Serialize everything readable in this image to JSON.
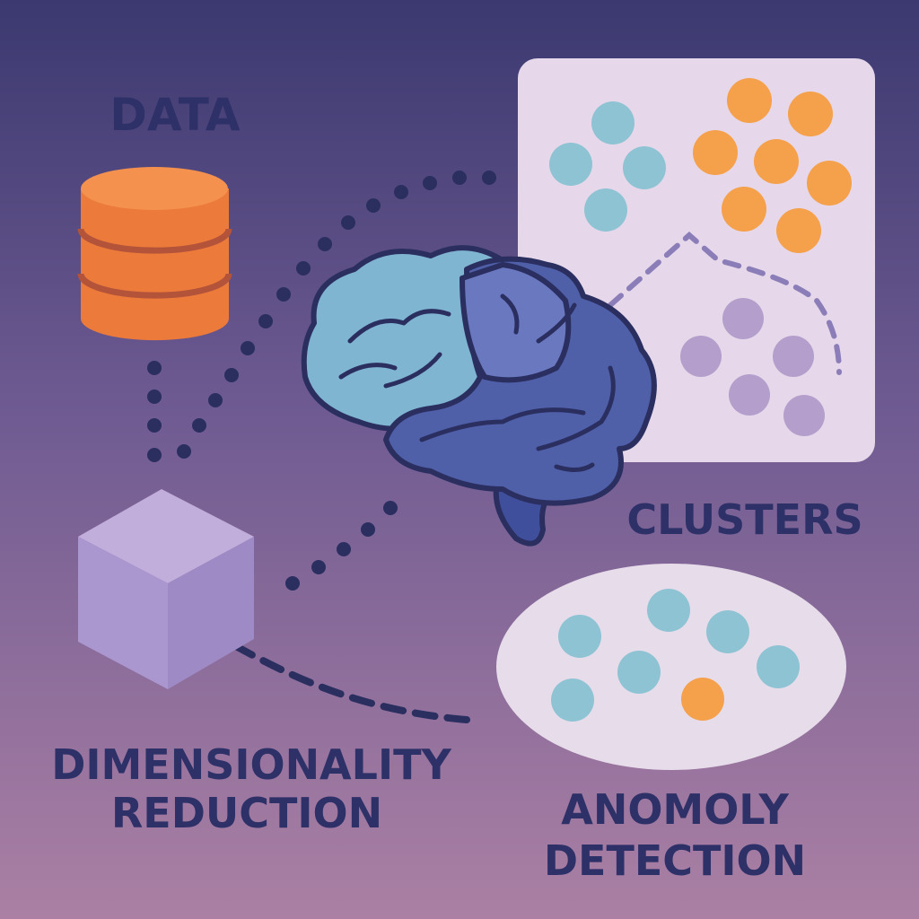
{
  "labels": {
    "data": "DATA",
    "clusters": "CLUSTERS",
    "dimensionality_line1": "DIMENSIONALITY",
    "dimensionality_line2": "REDUCTION",
    "anomaly_line1": "ANOMOLY",
    "anomaly_line2": "DETECTION"
  },
  "colors": {
    "text": "#2e3068",
    "orange": "#f5a04a",
    "teal": "#8ec3d4",
    "purple": "#b49fcc",
    "panel": "#e6d8ea",
    "brain_light": "#7fb5d0",
    "brain_dark": "#4f5fa8",
    "outline": "#2a2f60"
  }
}
